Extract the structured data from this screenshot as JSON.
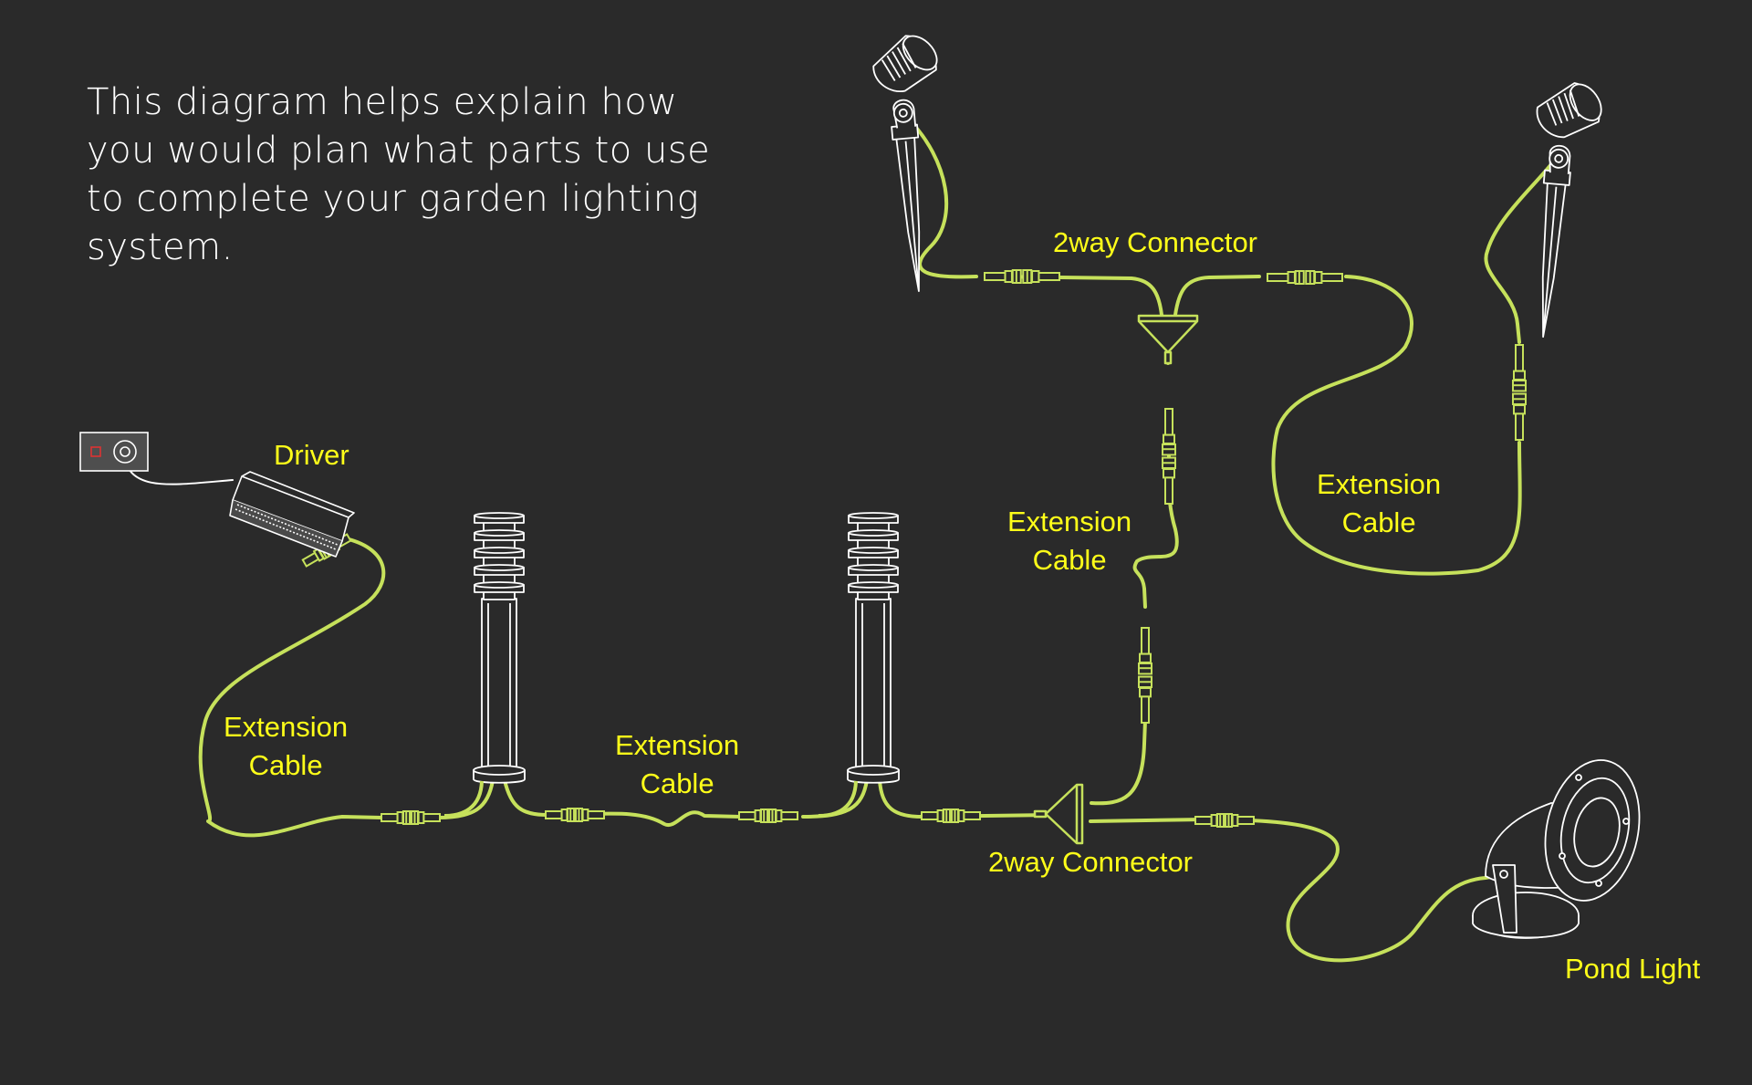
{
  "intro": "This diagram helps explain how you would plan what parts to use to complete your garden lighting system.",
  "labels": {
    "driver": "Driver",
    "extension_cable_line1": "Extension",
    "extension_cable_line2": "Cable",
    "two_way_connector": "2way Connector",
    "pond_light": "Pond Light"
  },
  "colors": {
    "background": "#2a2a2a",
    "cable": "#c6e15b",
    "label": "#ffff19",
    "outline": "#ffffff"
  },
  "icons": [
    "wall-socket-icon",
    "driver-icon",
    "bollard-light-icon",
    "spike-spotlight-icon",
    "two-way-connector-icon",
    "cable-connector-icon",
    "pond-light-icon"
  ]
}
